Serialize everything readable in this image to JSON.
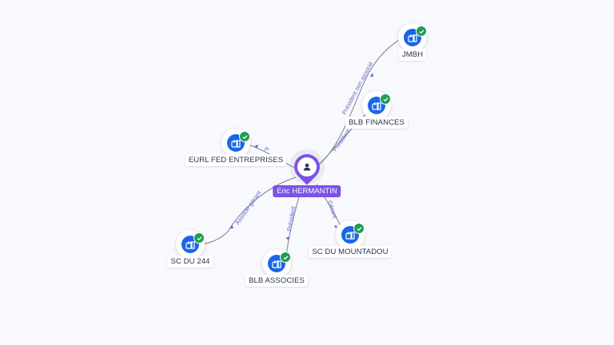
{
  "colors": {
    "background": "#f8f9fc",
    "company": "#1a66e8",
    "verified": "#1f9d55",
    "person": "#7c52e8",
    "edge": "#7a8090",
    "edge_label": "#6b5fd0"
  },
  "person": {
    "name": "Eric HERMANTIN",
    "icon": "person-icon"
  },
  "companies": [
    {
      "id": "jmbh",
      "name": "JMBH",
      "icon": "building-icon",
      "badge": "check-icon"
    },
    {
      "id": "blb-finances",
      "name": "BLB FINANCES",
      "icon": "building-icon",
      "badge": "check-icon"
    },
    {
      "id": "eurl-fed",
      "name": "EURL FED ENTREPRISES",
      "icon": "building-icon",
      "badge": "check-icon"
    },
    {
      "id": "sc-du-244",
      "name": "SC DU 244",
      "icon": "building-icon",
      "badge": "check-icon"
    },
    {
      "id": "blb-associes",
      "name": "BLB ASSOCIES",
      "icon": "building-icon",
      "badge": "check-icon"
    },
    {
      "id": "sc-du-mountadou",
      "name": "SC DU MOUNTADOU",
      "icon": "building-icon",
      "badge": "check-icon"
    }
  ],
  "edges": [
    {
      "to": "jmbh",
      "label": "Président non associé"
    },
    {
      "to": "blb-finances",
      "label": "Président"
    },
    {
      "to": "eurl-fed",
      "label": "P"
    },
    {
      "to": "sc-du-244",
      "label": "Associé-gérant"
    },
    {
      "to": "blb-associes",
      "label": "Président"
    },
    {
      "to": "sc-du-mountadou",
      "label": "Gérant"
    }
  ]
}
